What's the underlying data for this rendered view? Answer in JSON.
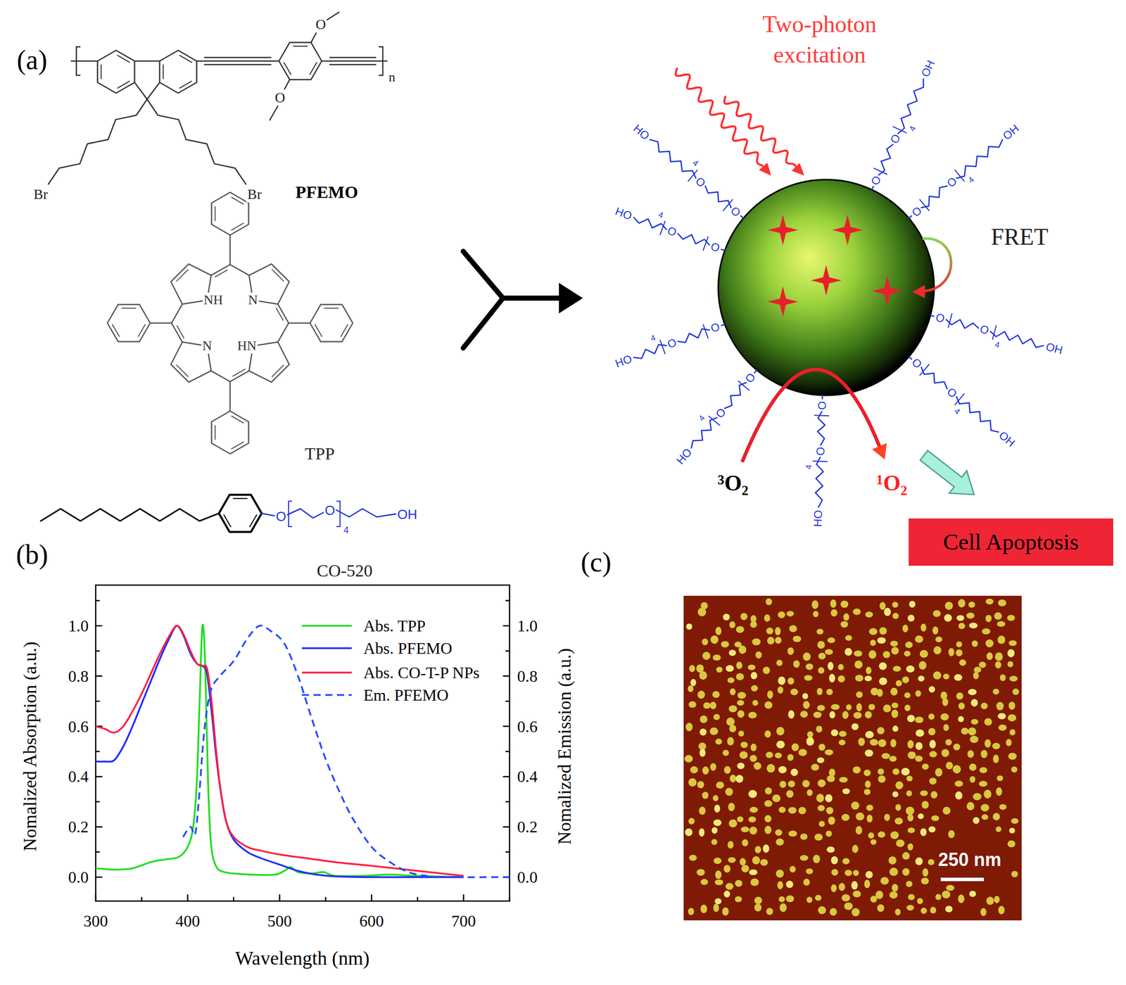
{
  "diagram": {
    "nodes": [
      {
        "text": [
          "Cell Apoptosis"
        ]
      }
    ],
    "labels": [
      "(a)",
      "Two-photon excitation",
      "Br",
      "Br",
      "n",
      "O",
      "O",
      "PFEMO",
      "NH",
      "N",
      "N",
      "HN",
      "TPP",
      "O",
      "O",
      "4",
      "OH",
      "CO-520",
      "FRET",
      "³O₂",
      "¹O₂",
      "(b)",
      "(c)",
      "Nomalized Absorption (a.u.)",
      "Nomalized Emission (a.u.)",
      "Wavelength (nm)",
      "300",
      "400",
      "500",
      "600",
      "700",
      "0.0",
      "0.2",
      "0.4",
      "0.6",
      "0.8",
      "1.0",
      "0.0",
      "0.2",
      "0.4",
      "0.6",
      "0.8",
      "1.0",
      "250 nm",
      "O",
      "O",
      "4",
      "HO",
      "O",
      "O",
      "4",
      "OH",
      "O",
      "O",
      "4",
      "OH",
      "O",
      "O",
      "4",
      "OH",
      "O",
      "O",
      "4",
      "OH",
      "O",
      "O",
      "4",
      "HO",
      "O",
      "O",
      "4",
      "HO",
      "O",
      "O",
      "4",
      "HO",
      "O",
      "O",
      "4",
      "HO"
    ],
    "legend": [
      {
        "text": "Abs. TPP"
      },
      {
        "text": "Abs. PFEMO"
      },
      {
        "text": "Abs. CO-T-P NPs"
      },
      {
        "text": "Em. PFEMO"
      }
    ]
  }
}
